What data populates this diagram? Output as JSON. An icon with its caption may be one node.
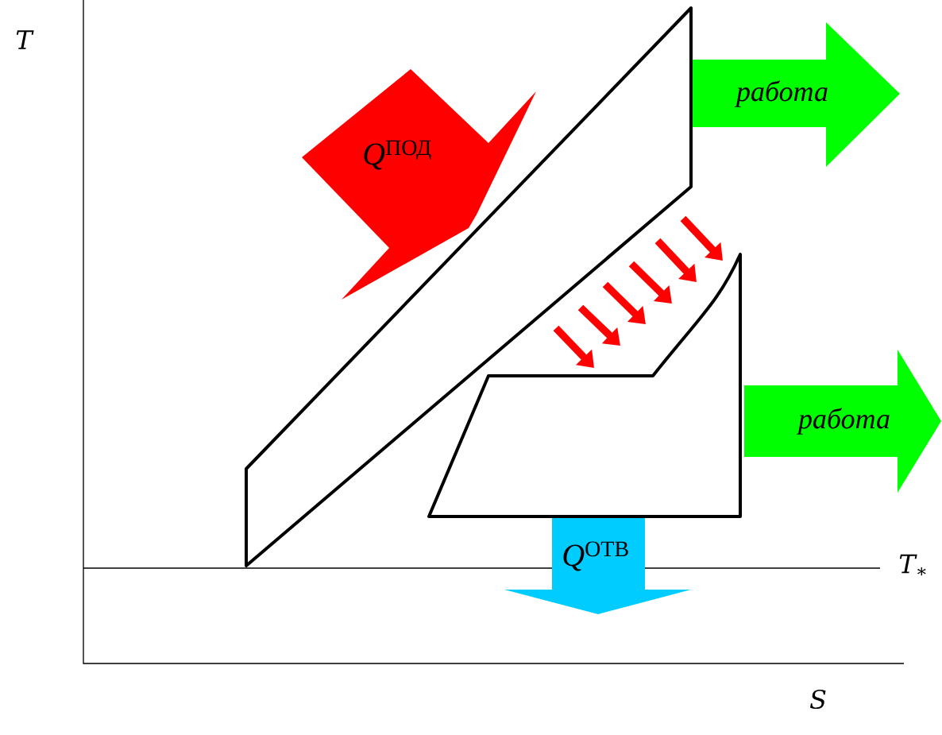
{
  "diagram": {
    "nodes": [
      {
        "text": [],
        "shape": "parallelogram"
      },
      {
        "text": [],
        "shape": "trapezoid"
      },
      {
        "text": [
          "*Q*$^{ПОД}$"
        ]
      },
      {
        "text": [
          "работа"
        ]
      },
      {
        "text": [
          "работа"
        ]
      },
      {
        "text": [
          "*Q*$^{ОТВ}$"
        ]
      }
    ],
    "edges": [
      {
        "from": 0,
        "to": 1,
        "arrow": "to"
      },
      {
        "from": 0,
        "to": 1,
        "arrow": "to"
      },
      {
        "from": 0,
        "to": 1,
        "arrow": "to"
      },
      {
        "from": 0,
        "to": 1,
        "arrow": "to"
      },
      {
        "from": 0,
        "to": 1,
        "arrow": "to"
      },
      {
        "from": 0,
        "to": 1,
        "arrow": "to"
      }
    ],
    "labels": [
      "T",
      "T$_{∗}$",
      "S"
    ]
  }
}
